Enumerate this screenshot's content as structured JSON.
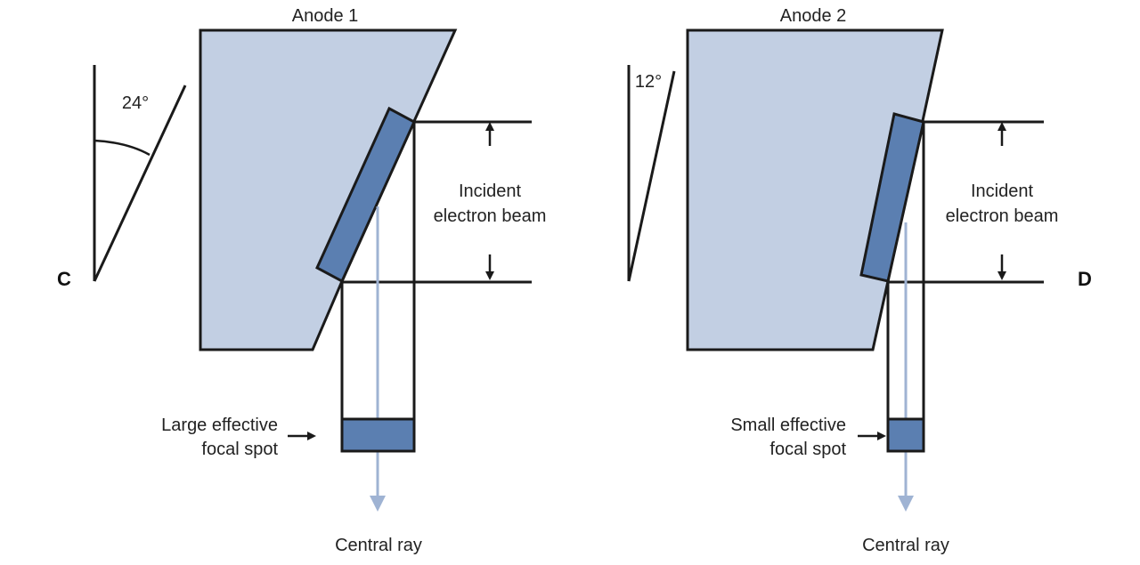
{
  "colors": {
    "anode_fill": "#c2cfe3",
    "target_fill": "#5b7fb1",
    "stroke": "#1a1a1a",
    "ray": "#9fb3d3",
    "background": "#ffffff"
  },
  "left": {
    "panel_letter": "C",
    "anode_title": "Anode 1",
    "angle": "24°",
    "beam_label_line1": "Incident",
    "beam_label_line2": "electron beam",
    "spot_label_line1": "Large effective",
    "spot_label_line2": "focal spot",
    "ray_label": "Central ray"
  },
  "right": {
    "panel_letter": "D",
    "anode_title": "Anode 2",
    "angle": "12°",
    "beam_label_line1": "Incident",
    "beam_label_line2": "electron beam",
    "spot_label_line1": "Small effective",
    "spot_label_line2": "focal spot",
    "ray_label": "Central ray"
  }
}
